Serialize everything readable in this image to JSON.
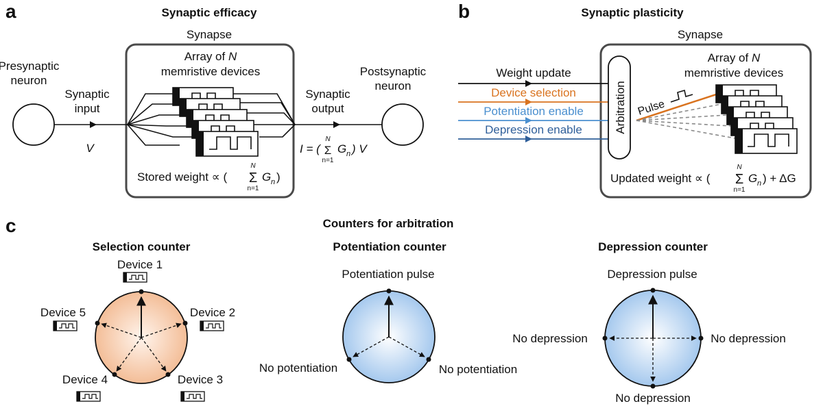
{
  "colors": {
    "black": "#111111",
    "box_border": "#4a4a4a",
    "device_selection": "#d9731f",
    "potentiation_enable": "#4a8fcf",
    "depression_enable": "#2f5f9a",
    "selection_fill": "#f4c4a2",
    "counter_fill": "#a9cbef",
    "dashed_gray": "#8a8a8a"
  },
  "panel_a": {
    "letter": "a",
    "title": "Synaptic efficacy",
    "synapse_label": "Synapse",
    "array_line1": "Array of",
    "array_n": "N",
    "array_line2": "memristive devices",
    "pre_line1": "Presynaptic",
    "pre_line2": "neuron",
    "input_line1": "Synaptic",
    "input_line2": "input",
    "input_symbol": "V",
    "output_line1": "Synaptic",
    "output_line2": "output",
    "post_line1": "Postsynaptic",
    "post_line2": "neuron",
    "output_eq_left": "I = (",
    "output_eq_sigma": "Σ",
    "output_eq_right": "G",
    "output_eq_sub": "n",
    "output_eq_end": ") V",
    "sum_top": "N",
    "sum_bottom": "n=1",
    "stored_weight": "Stored weight ∝ (",
    "stored_sigma": "Σ",
    "stored_g": "G",
    "stored_sub": "n",
    "stored_end": ")"
  },
  "panel_b": {
    "letter": "b",
    "title": "Synaptic plasticity",
    "synapse_label": "Synapse",
    "array_line1": "Array of",
    "array_n": "N",
    "array_line2": "memristive devices",
    "weight_update": "Weight update",
    "device_selection": "Device selection",
    "potentiation_enable": "Potentiation enable",
    "depression_enable": "Depression enable",
    "arbitration": "Arbitration",
    "pulse": "Pulse",
    "updated_weight": "Updated weight ∝ (",
    "updated_sigma": "Σ",
    "updated_g": "G",
    "updated_sub": "n",
    "updated_end": ") + ΔG",
    "sum_top": "N",
    "sum_bottom": "n=1"
  },
  "panel_c": {
    "letter": "c",
    "title": "Counters for arbitration",
    "selection": {
      "title": "Selection counter",
      "devices": [
        "Device 1",
        "Device 2",
        "Device 3",
        "Device 4",
        "Device 5"
      ]
    },
    "potentiation": {
      "title": "Potentiation counter",
      "top": "Potentiation pulse",
      "left": "No potentiation",
      "right": "No potentiation"
    },
    "depression": {
      "title": "Depression counter",
      "top": "Depression pulse",
      "left": "No depression",
      "right": "No depression",
      "bottom": "No depression"
    }
  }
}
